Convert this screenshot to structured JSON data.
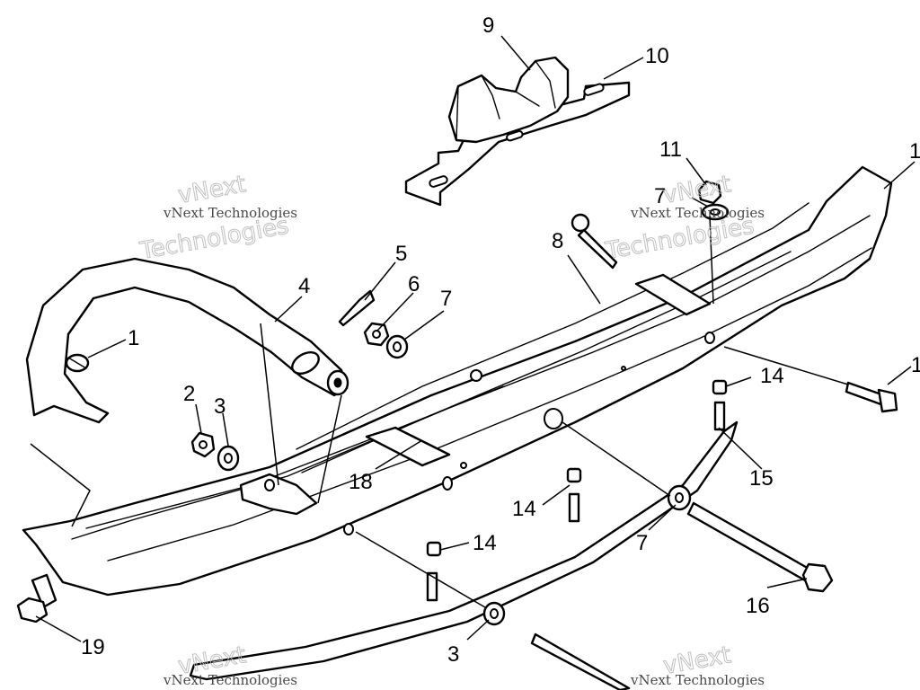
{
  "diagram": {
    "callouts": [
      "9",
      "10",
      "11",
      "1",
      "7",
      "8",
      "5",
      "4",
      "6",
      "7",
      "1",
      "14",
      "1",
      "2",
      "3",
      "18",
      "15",
      "14",
      "7",
      "14",
      "16",
      "19",
      "3"
    ],
    "watermark": {
      "company": "vNext Technologies",
      "brand": "vNext",
      "tagline": "Technologies"
    }
  }
}
